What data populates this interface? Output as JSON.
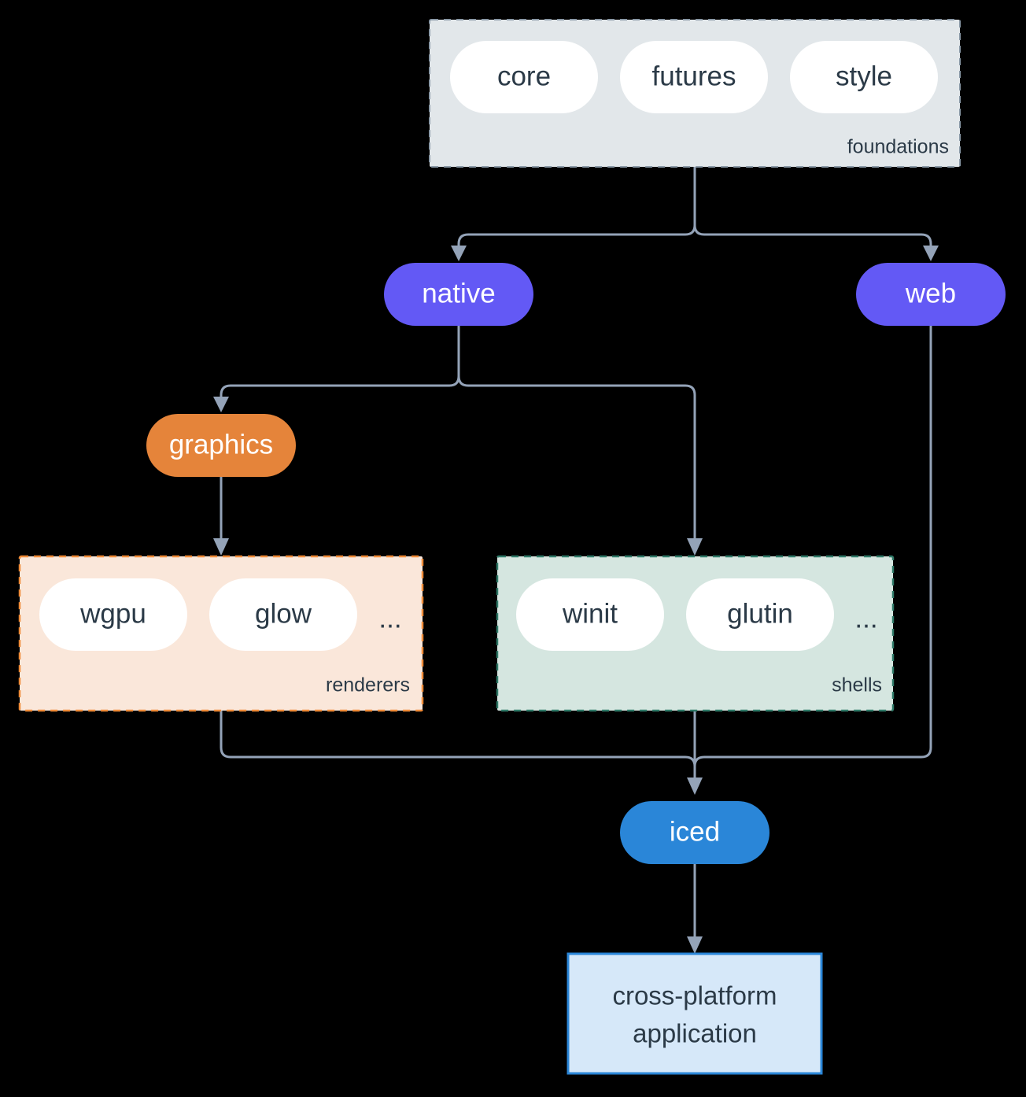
{
  "diagram": {
    "type": "architecture-flowchart",
    "background_color": "#000000",
    "edge_color": "#94a3b8",
    "groups": [
      {
        "id": "foundations",
        "label": "foundations",
        "fill": "#e2e7ea",
        "border": "#8b9aa8",
        "border_style": "dashed",
        "items": [
          {
            "label": "core"
          },
          {
            "label": "futures"
          },
          {
            "label": "style"
          }
        ]
      },
      {
        "id": "renderers",
        "label": "renderers",
        "fill": "#fae7da",
        "border": "#ef8b38",
        "border_style": "dashed",
        "items": [
          {
            "label": "wgpu"
          },
          {
            "label": "glow"
          }
        ],
        "ellipsis": "..."
      },
      {
        "id": "shells",
        "label": "shells",
        "fill": "#d5e6e0",
        "border": "#2f7a68",
        "border_style": "dashed",
        "items": [
          {
            "label": "winit"
          },
          {
            "label": "glutin"
          }
        ],
        "ellipsis": "..."
      }
    ],
    "nodes": [
      {
        "id": "native",
        "label": "native",
        "shape": "stadium",
        "fill": "#6359f5",
        "text_color": "#ffffff"
      },
      {
        "id": "web",
        "label": "web",
        "shape": "stadium",
        "fill": "#6359f5",
        "text_color": "#ffffff"
      },
      {
        "id": "graphics",
        "label": "graphics",
        "shape": "stadium",
        "fill": "#e5843a",
        "text_color": "#ffffff"
      },
      {
        "id": "iced",
        "label": "iced",
        "shape": "stadium",
        "fill": "#2a86d8",
        "text_color": "#ffffff"
      },
      {
        "id": "app",
        "label": "cross-platform application",
        "label_line1": "cross-platform",
        "label_line2": "application",
        "shape": "rect",
        "fill": "#d6e8f9",
        "border": "#2a86d8",
        "text_color": "#2b3a47"
      }
    ],
    "edges": [
      {
        "from": "foundations",
        "to": "native"
      },
      {
        "from": "foundations",
        "to": "web"
      },
      {
        "from": "native",
        "to": "graphics"
      },
      {
        "from": "native",
        "to": "shells"
      },
      {
        "from": "graphics",
        "to": "renderers"
      },
      {
        "from": "renderers",
        "to": "iced"
      },
      {
        "from": "shells",
        "to": "iced"
      },
      {
        "from": "web",
        "to": "iced"
      },
      {
        "from": "iced",
        "to": "app"
      }
    ]
  }
}
